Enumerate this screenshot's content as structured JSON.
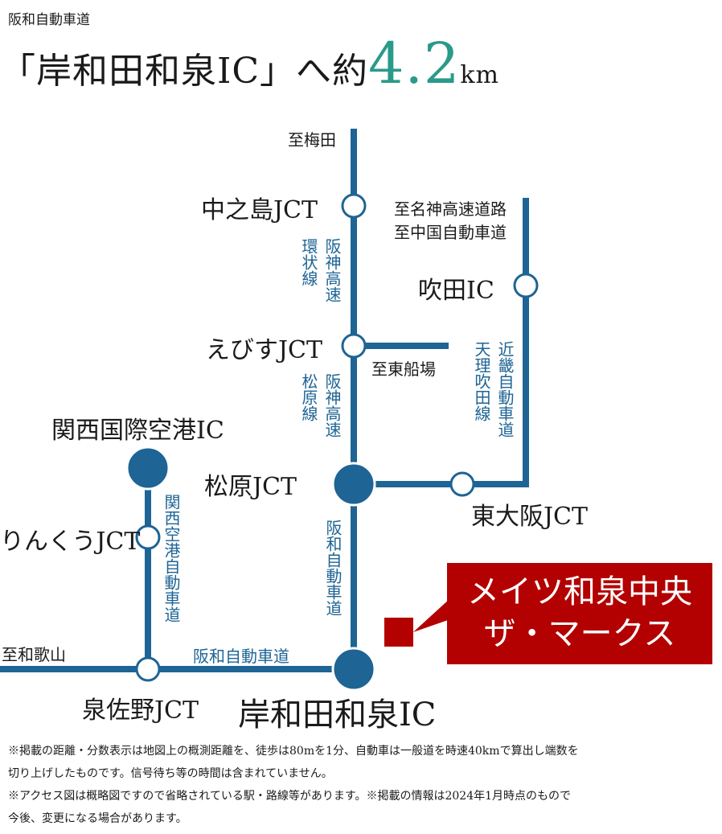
{
  "header": {
    "subtitle": "阪和自動車道",
    "headline_prefix": "「岸和田和泉IC」へ約",
    "distance": "4.2",
    "unit": "km"
  },
  "colors": {
    "road_line": "#1e6494",
    "accent_distance": "#2a9a8a",
    "callout_bg": "#b30000"
  },
  "map": {
    "directions": {
      "umeda": "至梅田",
      "meishin_line1": "至名神高速道路",
      "meishin_line2": "至中国自動車道",
      "higashi_funaba": "至東船場",
      "wakayama": "至和歌山"
    },
    "nodes": {
      "nakanoshima": "中之島JCT",
      "suita": "吹田IC",
      "ebisu": "えびすJCT",
      "matsubara": "松原JCT",
      "higashiosaka": "東大阪JCT",
      "kansai_airport": "関西国際空港IC",
      "rinku": "りんくうJCT",
      "izumisano": "泉佐野JCT",
      "kishiwada_izumi": "岸和田和泉IC"
    },
    "routes": {
      "hanshin_loop_a": "阪神高速",
      "hanshin_loop_b": "環状線",
      "hanshin_matsubara_a": "阪神高速",
      "hanshin_matsubara_b": "松原線",
      "kinki_a": "近畿自動車道",
      "kinki_b": "天理吹田線",
      "kanku": "関西空港自動車道",
      "hanwa_vertical": "阪和自動車道",
      "hanwa_horizontal": "阪和自動車道"
    },
    "property": {
      "line1": "メイツ和泉中央",
      "line2": "ザ・マークス"
    }
  },
  "notes": [
    "※掲載の距離・分数表示は地図上の概測距離を、徒歩は80mを1分、自動車は一般道を時速40kmで算出し端数を",
    "切り上げしたものです。信号待ち等の時間は含まれていません。",
    "※アクセス図は概略図ですので省略されている駅・路線等があります。※掲載の情報は2024年1月時点のもので",
    "今後、変更になる場合があります。"
  ]
}
